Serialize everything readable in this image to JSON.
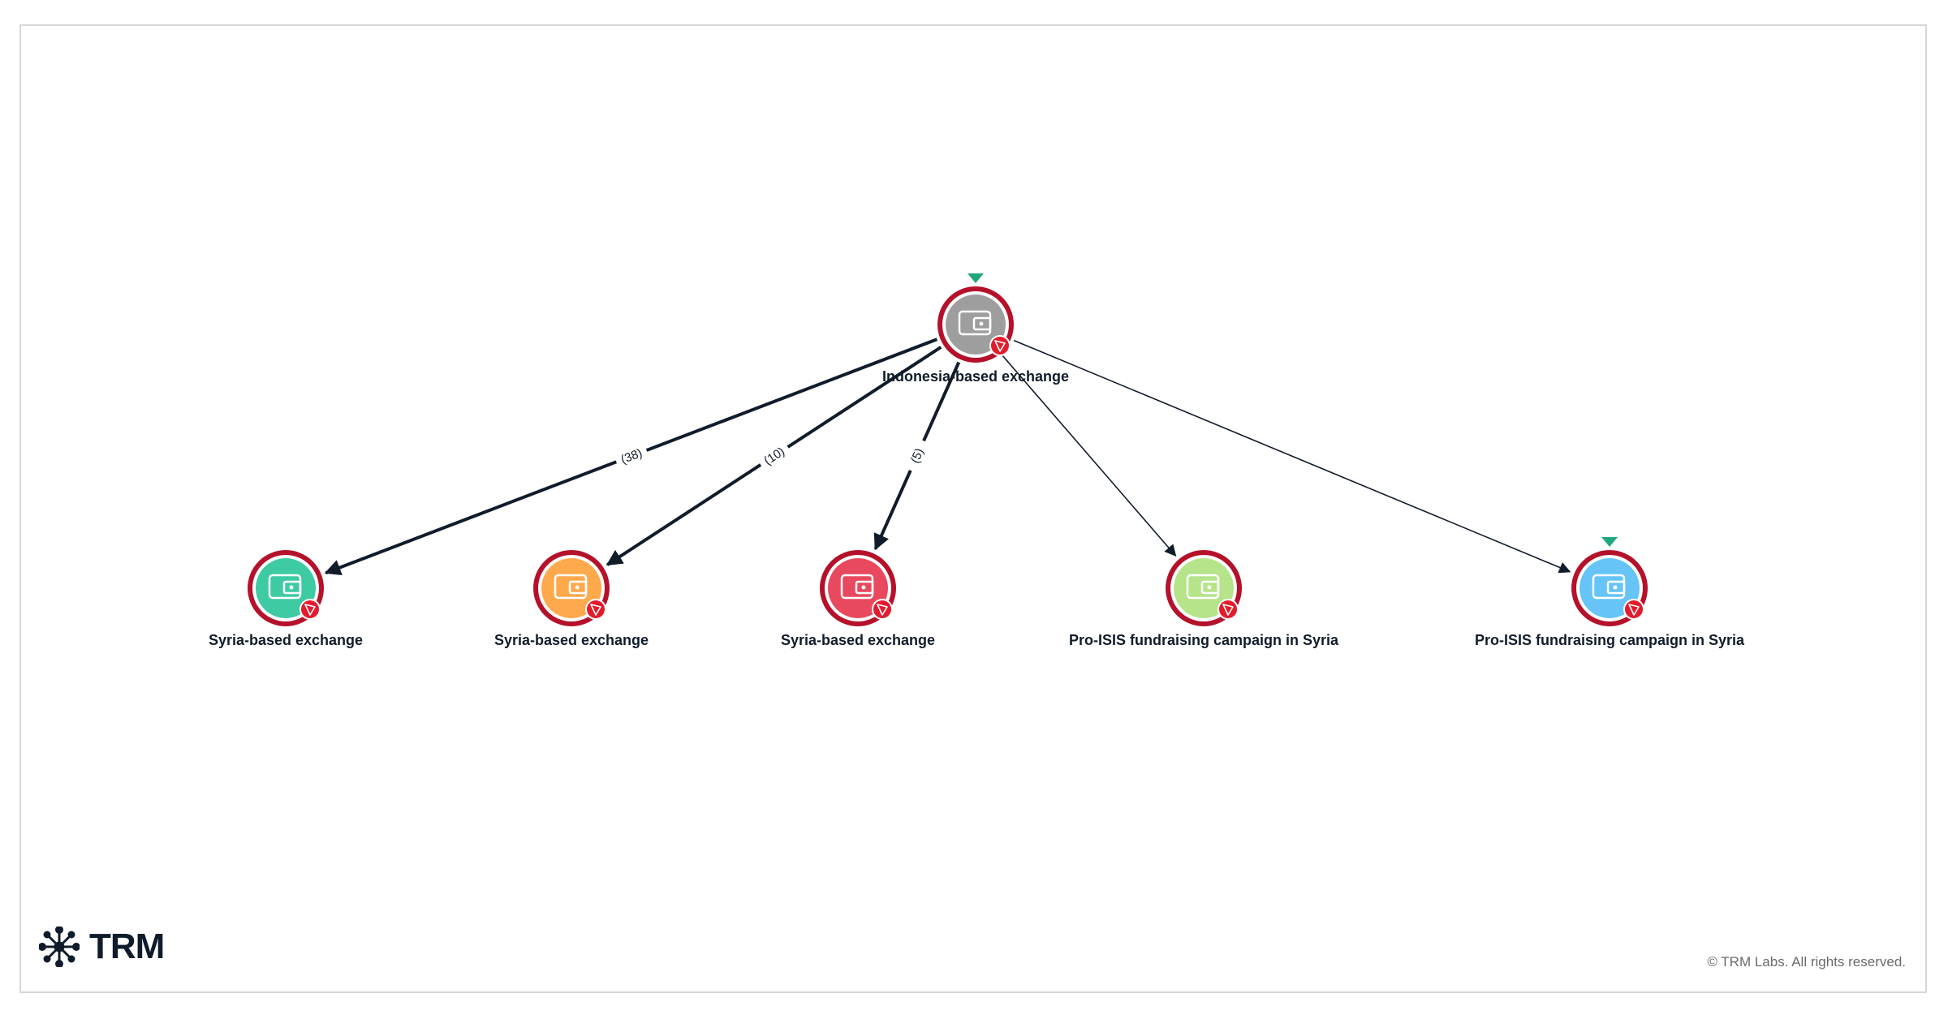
{
  "nodes": [
    {
      "id": "n0",
      "label": "Indonesia-based exchange",
      "color": "#9e9e9e",
      "marker": true
    },
    {
      "id": "n1",
      "label": "Syria-based exchange",
      "color": "#3ecba3",
      "marker": false
    },
    {
      "id": "n2",
      "label": "Syria-based exchange",
      "color": "#ffa94d",
      "marker": false
    },
    {
      "id": "n3",
      "label": "Syria-based exchange",
      "color": "#e8495f",
      "marker": false
    },
    {
      "id": "n4",
      "label": "Pro-ISIS fundraising campaign in Syria",
      "color": "#b6e48a",
      "marker": false
    },
    {
      "id": "n5",
      "label": "Pro-ISIS fundraising campaign in Syria",
      "color": "#66c4f7",
      "marker": true
    }
  ],
  "edges": [
    {
      "from": "n0",
      "to": "n1",
      "label": "(38)",
      "weight": "heavy"
    },
    {
      "from": "n0",
      "to": "n2",
      "label": "(10)",
      "weight": "heavy"
    },
    {
      "from": "n0",
      "to": "n3",
      "label": "(5)",
      "weight": "heavy"
    },
    {
      "from": "n0",
      "to": "n4",
      "label": "",
      "weight": "light"
    },
    {
      "from": "n0",
      "to": "n5",
      "label": "",
      "weight": "light"
    }
  ],
  "colors": {
    "ring": "#b5112a",
    "badge": "#e21b2d",
    "edge": "#111c2b",
    "marker": "#1fa87d"
  },
  "icons": {
    "node": "wallet-icon",
    "badge": "tron-icon"
  },
  "brand": {
    "name": "TRM"
  },
  "footer": {
    "copyright": "© TRM Labs. All rights reserved."
  }
}
